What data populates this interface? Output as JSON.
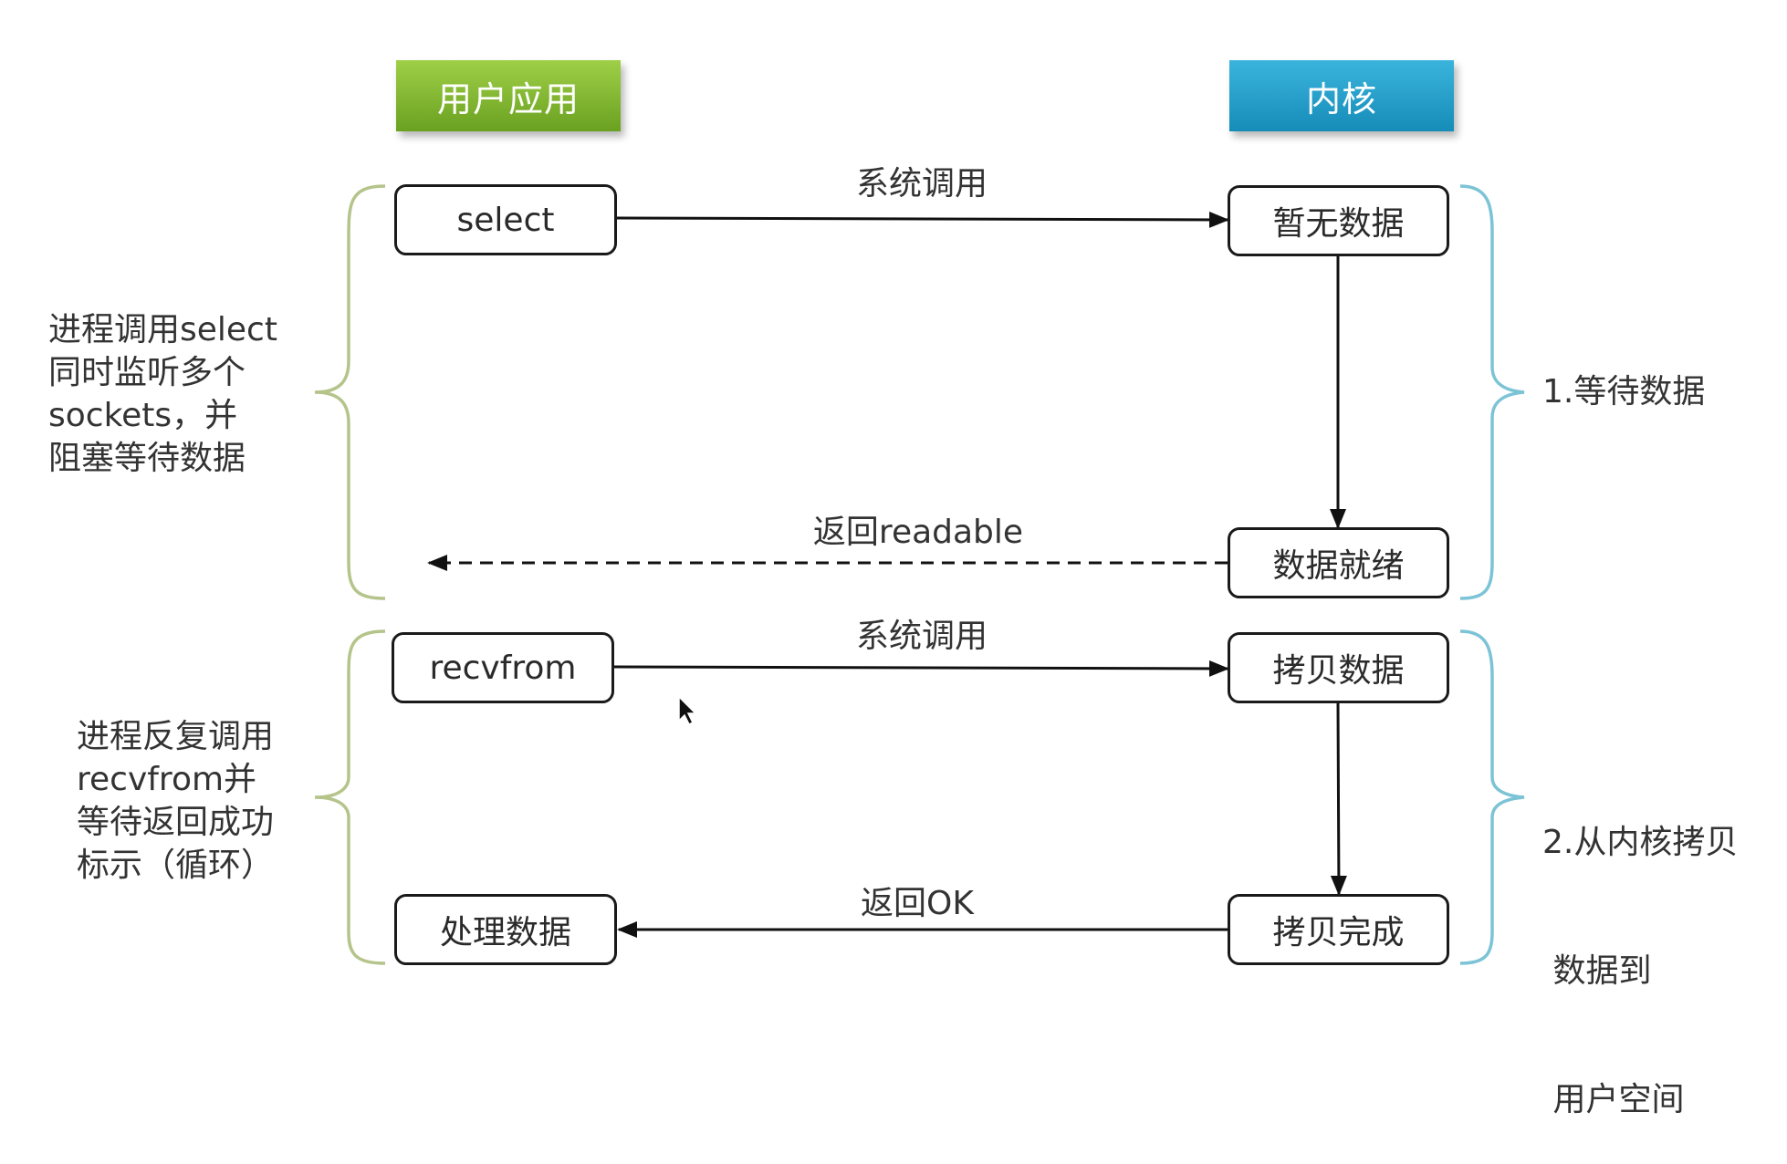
{
  "headers": {
    "user_app": "用户应用",
    "kernel": "内核"
  },
  "user_nodes": {
    "select": "select",
    "recvfrom": "recvfrom",
    "process": "处理数据"
  },
  "kernel_nodes": {
    "no_data": "暂无数据",
    "data_ready": "数据就绪",
    "copy_data": "拷贝数据",
    "copy_done": "拷贝完成"
  },
  "flows": {
    "syscall_1": "系统调用",
    "return_readable": "返回readable",
    "syscall_2": "系统调用",
    "return_ok": "返回OK"
  },
  "left_notes": {
    "phase1": [
      "进程调用select",
      "同时监听多个",
      "sockets，并",
      "阻塞等待数据"
    ],
    "phase2": [
      "进程反复调用",
      "recvfrom并",
      "等待返回成功",
      "标示（循环）"
    ]
  },
  "right_notes": {
    "phase1": [
      "1.等待数据"
    ],
    "phase2": [
      "2.从内核拷贝",
      " 数据到",
      " 用户空间"
    ]
  },
  "colors": {
    "user_header": "#7fb431",
    "kernel_header": "#22a0cc",
    "left_brace": "#b5c48a",
    "right_brace": "#7cc3d6",
    "arrow": "#111111"
  }
}
